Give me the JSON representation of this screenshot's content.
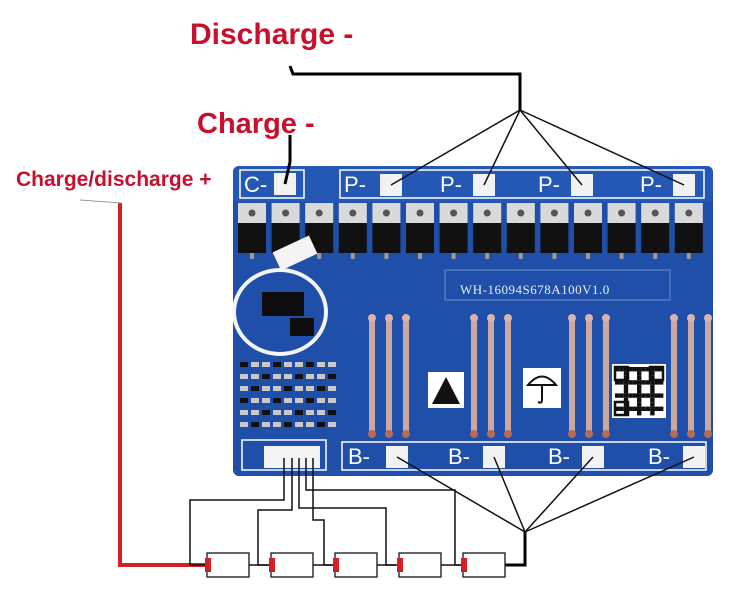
{
  "labels": {
    "discharge_neg": "Discharge -",
    "charge_neg": "Charge -",
    "charge_discharge_pos": "Charge/discharge +"
  },
  "board": {
    "model": "WH-16094S678A100V1.0",
    "pad_c": "C-",
    "pads_p": [
      "P-",
      "P-",
      "P-",
      "P-"
    ],
    "pads_b": [
      "B-",
      "B-",
      "B-",
      "B-"
    ]
  },
  "colors": {
    "board": "#1f4fa8",
    "wire_positive": "#d42020",
    "label_red": "#c8102e"
  },
  "cells": {
    "count": 5
  }
}
